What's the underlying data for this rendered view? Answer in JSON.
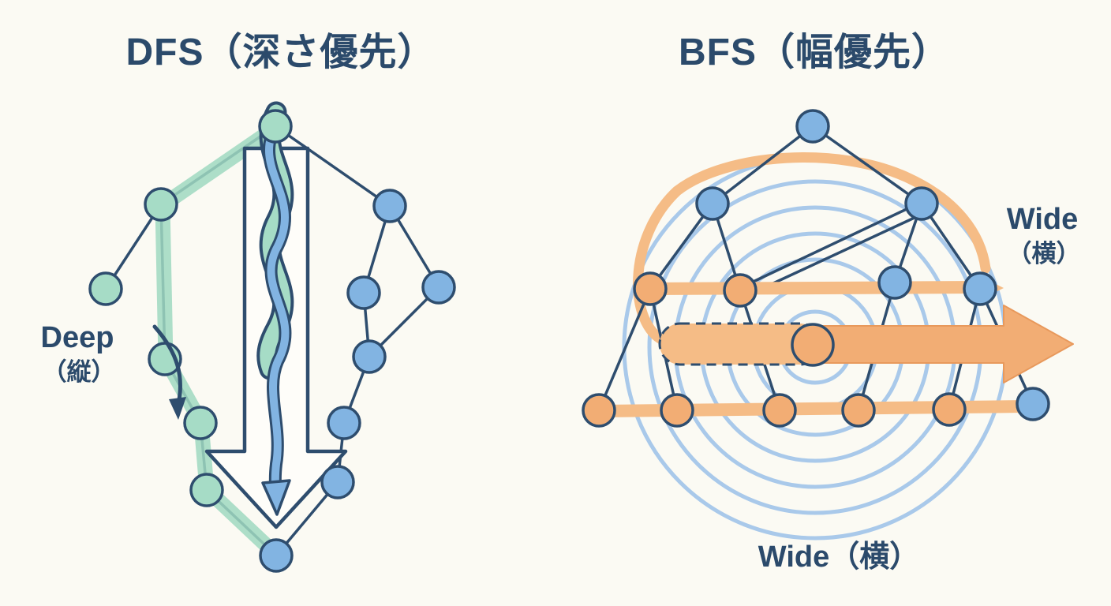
{
  "background": "#fbfaf3",
  "colors": {
    "navy_outline": "#2e4d6e",
    "title_text": "#2b4a6b",
    "teal_node": "#a6dcc6",
    "teal_ribbon": "#9fd8c0",
    "blue_node": "#82b4e2",
    "light_blue_ripple": "#a9c9ea",
    "orange_node": "#f2ad74",
    "orange_band": "#f5bc86",
    "arrow_fill_white": "#fefdf9"
  },
  "panels": {
    "dfs": {
      "title": "DFS（深さ優先）",
      "side_label": {
        "line1": "Deep",
        "line2": "（縦）"
      },
      "traversal_style": "depth-first: snaking path plunges straight down the tree"
    },
    "bfs": {
      "title": "BFS（幅優先）",
      "side_label": {
        "line1": "Wide",
        "line2": "（横）"
      },
      "bottom_label": "Wide（横）",
      "traversal_style": "breadth-first: level-by-level horizontal sweep with expanding ripples"
    }
  }
}
